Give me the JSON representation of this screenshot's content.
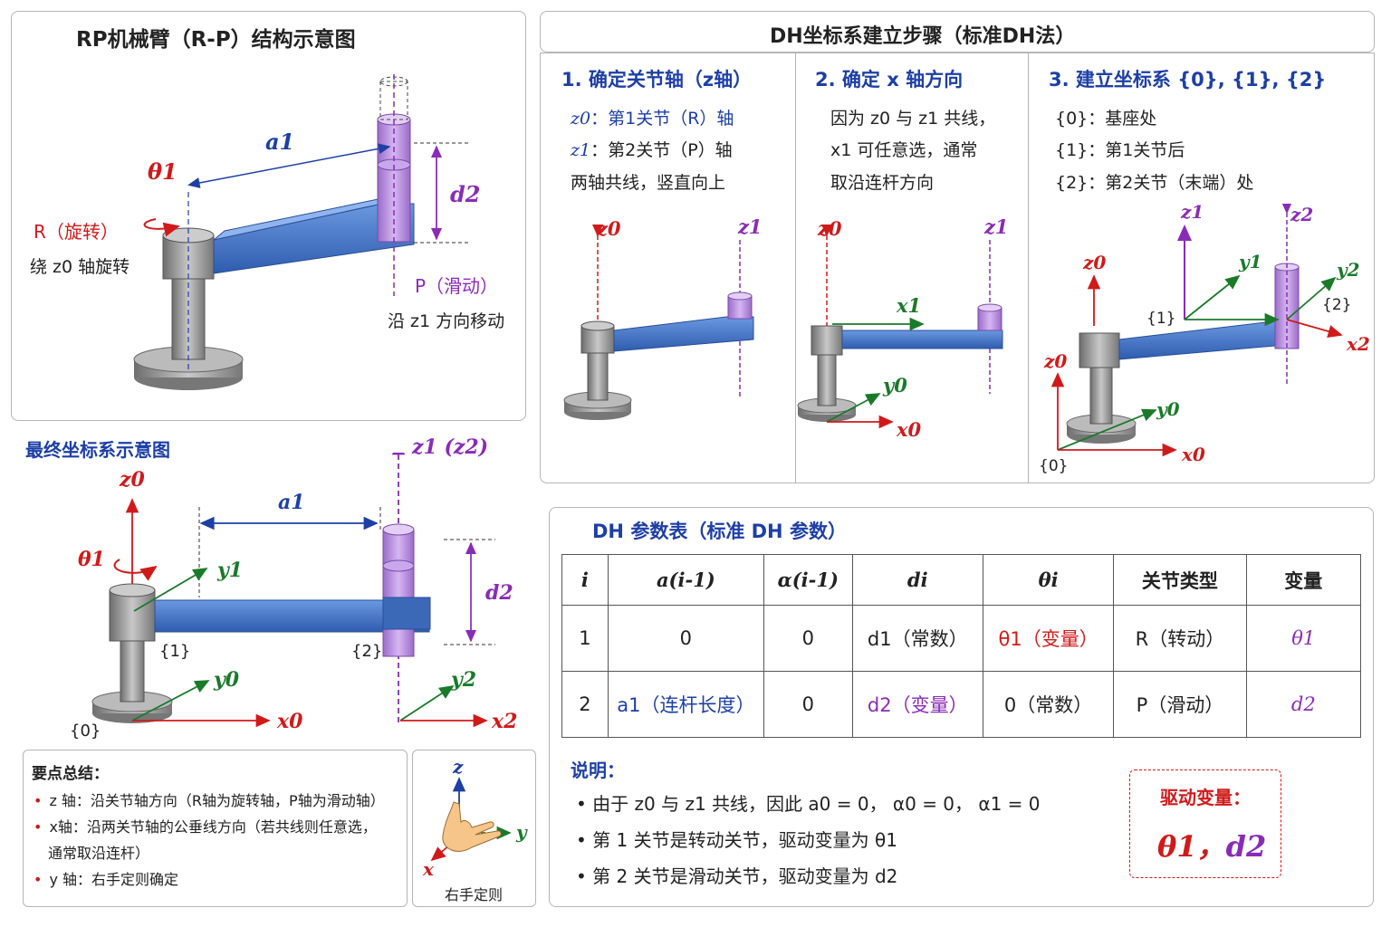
{
  "top_left": {
    "title": "RP机械臂（R-P）结构示意图",
    "theta": "θ1",
    "a": "a1",
    "d": "d2",
    "r_label": "R（旋转）",
    "r_desc": "绕 z0 轴旋转",
    "p_label": "P（滑动）",
    "p_desc": "沿 z1 方向移动"
  },
  "dh_steps": {
    "title": "DH坐标系建立步骤（标准DH法）",
    "step1": {
      "title": "1. 确定关节轴（z轴）",
      "line1_a": "z0",
      "line1_b": "：第1关节（R）轴",
      "line2_a": "z1",
      "line2_b": "：第2关节（P）轴",
      "line3": "两轴共线，竖直向上",
      "z0": "z0",
      "z1": "z1"
    },
    "step2": {
      "title": "2. 确定 x 轴方向",
      "line1": "因为 z0 与 z1 共线，",
      "line2": "x1 可任意选，通常",
      "line3": "取沿连杆方向",
      "z0": "z0",
      "z1": "z1",
      "x1": "x1",
      "y0": "y0",
      "x0": "x0"
    },
    "step3": {
      "title": "3. 建立坐标系 {0}, {1}, {2}",
      "line1": "{0}：基座处",
      "line2": "{1}：第1关节后",
      "line3": "{2}：第2关节（末端）处",
      "z0": "z0",
      "z1": "z1",
      "z2": "z2",
      "y1": "y1",
      "y2": "y2",
      "f1": "{1}",
      "f2": "{2}",
      "x2": "x2",
      "y0": "y0",
      "x0": "x0",
      "f0": "{0}",
      "z0b": "z0"
    }
  },
  "final": {
    "title": "最终坐标系示意图",
    "z0": "z0",
    "z1z2": "z1 (z2)",
    "a": "a1",
    "theta": "θ1",
    "y1": "y1",
    "d": "d2",
    "f1": "{1}",
    "f2": "{2}",
    "y0": "y0",
    "y2": "y2",
    "x0": "x0",
    "x2": "x2",
    "f0": "{0}"
  },
  "summary": {
    "title": "要点总结：",
    "items": [
      "z 轴：沿关节轴方向（R轴为旋转轴，P轴为滑动轴）",
      "x轴：沿两关节轴的公垂线方向（若共线则任意选，",
      "y 轴：右手定则确定"
    ],
    "item2_cont": "通常取沿连杆）"
  },
  "hand": {
    "z": "z",
    "y": "y",
    "x": "x",
    "caption": "右手定则"
  },
  "dh_table": {
    "title": "DH 参数表（标准 DH 参数）",
    "headers": [
      "i",
      "a(i-1)",
      "α(i-1)",
      "di",
      "θi",
      "关节类型",
      "变量"
    ],
    "rows": [
      [
        "1",
        "0",
        "0",
        "d1（常数）",
        "θ1（变量）",
        "R（转动）",
        "θ1"
      ],
      [
        "2",
        "a1（连杆长度）",
        "0",
        "d2（变量）",
        "0（常数）",
        "P（滑动）",
        "d2"
      ]
    ]
  },
  "notes": {
    "title": "说明：",
    "items": [
      "由于 z0 与 z1 共线，因此 a0 = 0， α0 = 0， α1 = 0",
      "第 1 关节是转动关节，驱动变量为 θ1",
      "第 2 关节是滑动关节，驱动变量为 d2"
    ]
  },
  "drive": {
    "title": "驱动变量：",
    "theta": "θ1",
    "sep": "，",
    "d": "d2"
  },
  "colors": {
    "blue": "#1d3fa6",
    "red": "#d01a1a",
    "purple": "#8a2bb8",
    "green": "#1a7a2a",
    "link": "#4a78c8",
    "slider": "#b98ae0"
  }
}
